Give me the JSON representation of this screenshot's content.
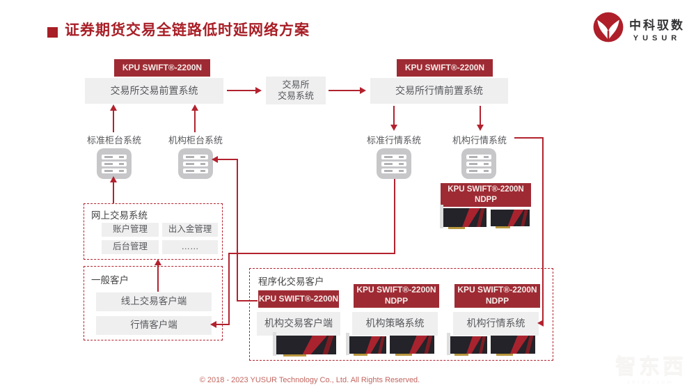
{
  "title": "证券期货交易全链路低时延网络方案",
  "logo": {
    "cn": "中科驭数",
    "en": "YUSUR"
  },
  "flow": {
    "badge_left": "KPU SWIFT®-2200N",
    "front_trade": "交易所交易前置系统",
    "exchange_line1": "交易所",
    "exchange_line2": "交易系统",
    "badge_right": "KPU SWIFT®-2200N",
    "front_quote": "交易所行情前置系统"
  },
  "tier2": {
    "labels": [
      "标准柜台系统",
      "机构柜台系统",
      "标准行情系统",
      "机构行情系统"
    ]
  },
  "ndpp_badge": {
    "line1": "KPU SWIFT®-2200N",
    "line2": "NDPP"
  },
  "online_trading": {
    "title": "网上交易系统",
    "items": [
      "账户管理",
      "出入金管理",
      "后台管理",
      "……"
    ]
  },
  "general_client": {
    "title": "一般客户",
    "items": [
      "线上交易客户端",
      "行情客户端"
    ]
  },
  "programmatic": {
    "title": "程序化交易客户",
    "columns": [
      {
        "badge1": "KPU SWIFT®-2200N",
        "badge2": "",
        "label": "机构交易客户端"
      },
      {
        "badge1": "KPU SWIFT®-2200N",
        "badge2": "NDPP",
        "label": "机构策略系统"
      },
      {
        "badge1": "KPU SWIFT®-2200N",
        "badge2": "NDPP",
        "label": "机构行情系统"
      }
    ]
  },
  "footer": "© 2018 - 2023 YUSUR Technology Co., Ltd. All Rights Reserved.",
  "watermark": {
    "cn": "智东西",
    "en": "zhidx.com"
  },
  "colors": {
    "accent": "#A81E26",
    "badge": "#9E2B34",
    "line": "#B2222E",
    "box_gray": "#EFEFF0"
  }
}
